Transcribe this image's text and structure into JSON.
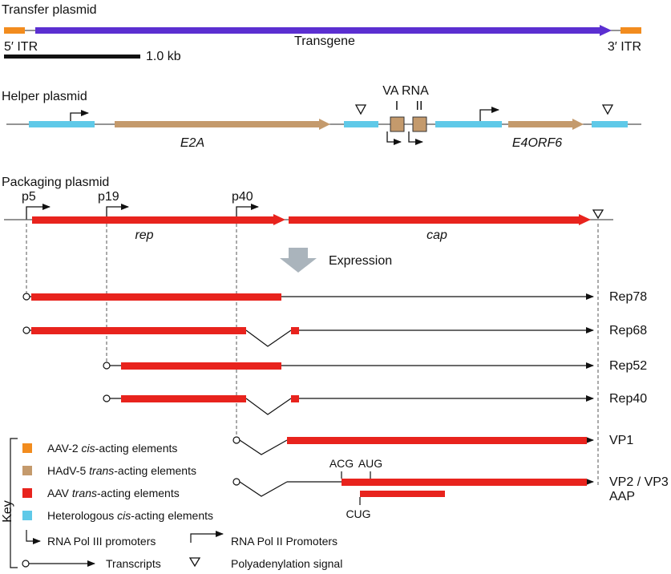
{
  "colors": {
    "aav2_cis": "#f28c1e",
    "hadv5_trans": "#c49a6c",
    "aav_trans": "#e8231d",
    "heterologous_cis": "#5fc9e8",
    "transgene": "#5b2fd1",
    "expression_arrow": "#aab4bc"
  },
  "transfer": {
    "title": "Transfer plasmid",
    "itr5": "5′ ITR",
    "itr3": "3′ ITR",
    "transgene": "Transgene",
    "scale": "1.0 kb"
  },
  "helper": {
    "title": "Helper plasmid",
    "e2a": "E2A",
    "e4orf6": "E4ORF6",
    "va_rna": "VA RNA",
    "va_i": "I",
    "va_ii": "II"
  },
  "packaging": {
    "title": "Packaging plasmid",
    "p5": "p5",
    "p19": "p19",
    "p40": "p40",
    "rep": "rep",
    "cap": "cap",
    "expression": "Expression"
  },
  "transcripts": {
    "rep78": "Rep78",
    "rep68": "Rep68",
    "rep52": "Rep52",
    "rep40": "Rep40",
    "vp1": "VP1",
    "vp23": "VP2 / VP3",
    "aap": "AAP",
    "acg": "ACG",
    "aug": "AUG",
    "cug": "CUG"
  },
  "key": {
    "title": "Key",
    "aav2_prefix": "AAV-2 ",
    "aav2_italic": "cis",
    "aav2_suffix": "-acting elements",
    "hadv5_prefix": "HAdV-5 ",
    "hadv5_italic": "trans",
    "hadv5_suffix": "-acting elements",
    "aav_prefix": "AAV ",
    "aav_italic": "trans",
    "aav_suffix": "-acting elements",
    "het_prefix": "Heterologous ",
    "het_italic": "cis",
    "het_suffix": "-acting elements",
    "pol3": "RNA Pol III promoters",
    "pol2": "RNA Pol II Promoters",
    "transcripts": "Transcripts",
    "polya": "Polyadenylation signal"
  }
}
